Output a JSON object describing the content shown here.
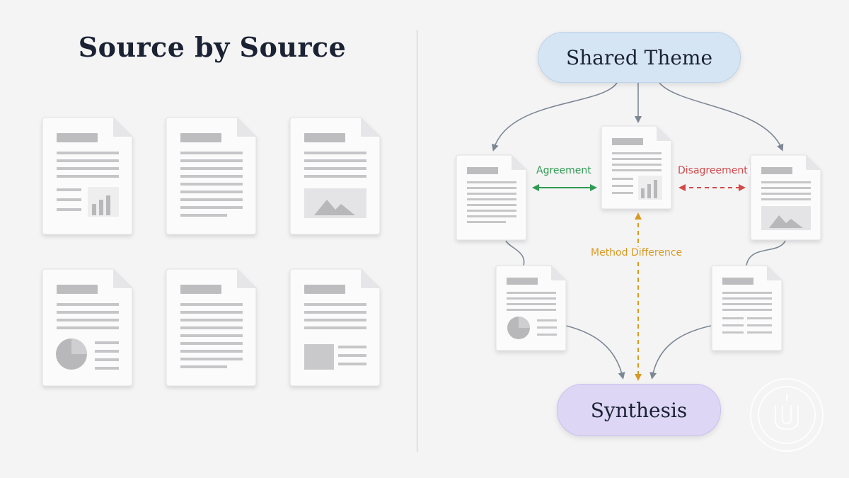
{
  "left": {
    "title": "Source by Source"
  },
  "right": {
    "theme_label": "Shared Theme",
    "synthesis_label": "Synthesis",
    "agreement_label": "Agreement",
    "disagreement_label": "Disagreement",
    "method_label": "Method Difference"
  },
  "colors": {
    "background": "#f4f4f5",
    "theme_pill": "#d5e5f3",
    "synthesis_pill": "#ddd6f5",
    "agreement": "#2f9a51",
    "disagreement": "#d2494a",
    "method": "#d79a22",
    "connector": "#7d8794",
    "doc_text_lines": "#c9c9cc"
  },
  "icons": {
    "document": "document-icon",
    "bar_chart": "bar-chart-icon",
    "mountain_image": "image-icon",
    "pie_chart": "pie-chart-icon",
    "logo": "watermark-logo"
  }
}
